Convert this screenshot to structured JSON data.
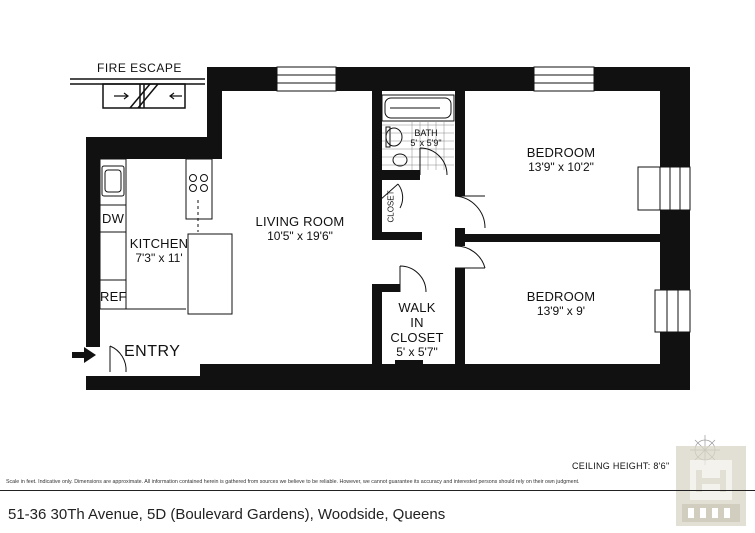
{
  "labels": {
    "fire_escape": "FIRE ESCAPE",
    "living_room": {
      "name": "LIVING ROOM",
      "dims": "10'5\" x 19'6\""
    },
    "kitchen": {
      "name": "KITCHEN",
      "dims": "7'3\" x 11'"
    },
    "dishwasher": "DW",
    "refrigerator": "REF",
    "entry": "ENTRY",
    "bath": {
      "name": "BATH",
      "dims": "5' x 5'9\""
    },
    "closet": "CLOSET",
    "bedroom_1": {
      "name": "BEDROOM",
      "dims": "13'9\" x 10'2\""
    },
    "bedroom_2": {
      "name": "BEDROOM",
      "dims": "13'9\" x 9'"
    },
    "walk_in_closet": {
      "line1": "WALK",
      "line2": "IN",
      "line3": "CLOSET",
      "dims": "5' x 5'7\""
    }
  },
  "footer": {
    "ceiling_height": "CEILING HEIGHT: 8'6\"",
    "disclaimer": "Scale in feet. Indicative only. Dimensions are approximate. All information contained herein is gathered from sources we believe to be reliable. However, we cannot guarantee its accuracy and interested persons should rely on their own judgment.",
    "address": "51-36 30Th Avenue, 5D (Boulevard Gardens), Woodside, Queens"
  },
  "icons": [
    "entry-arrow-icon",
    "compass-icon",
    "building-logo-icon"
  ],
  "colors": {
    "wall": "#111111",
    "text": "#111111",
    "logo": "#d9d5c6"
  }
}
